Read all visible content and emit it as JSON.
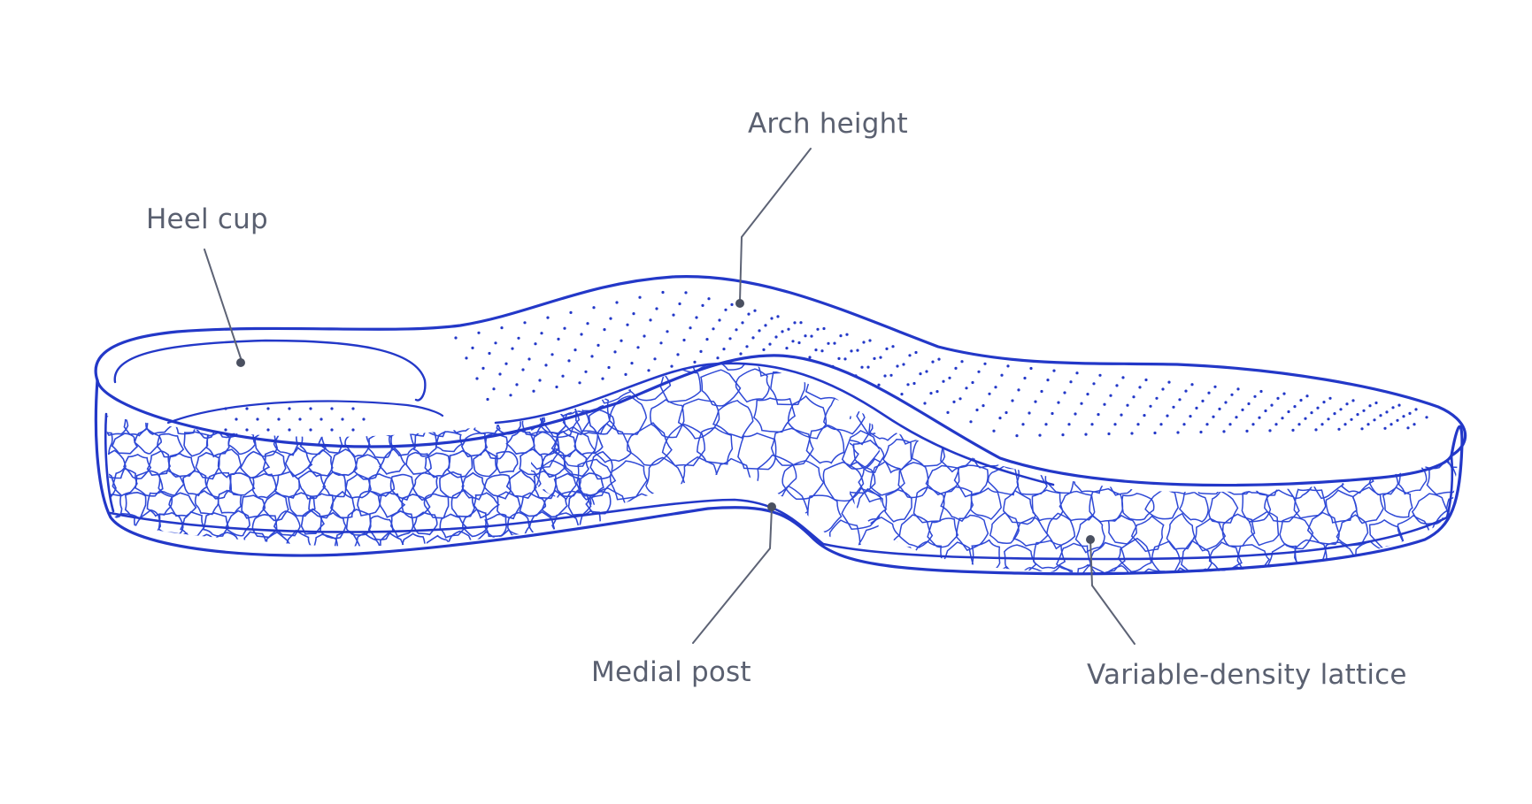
{
  "diagram": {
    "labels": {
      "heel_cup": "Heel cup",
      "arch_height": "Arch height",
      "medial_post": "Medial post",
      "lattice": "Variable-density lattice"
    }
  },
  "colors": {
    "outline": "#2338c8",
    "lattice": "#2f49d6",
    "leader": "#5d6375",
    "text": "#5a6070",
    "background": "#ffffff"
  }
}
